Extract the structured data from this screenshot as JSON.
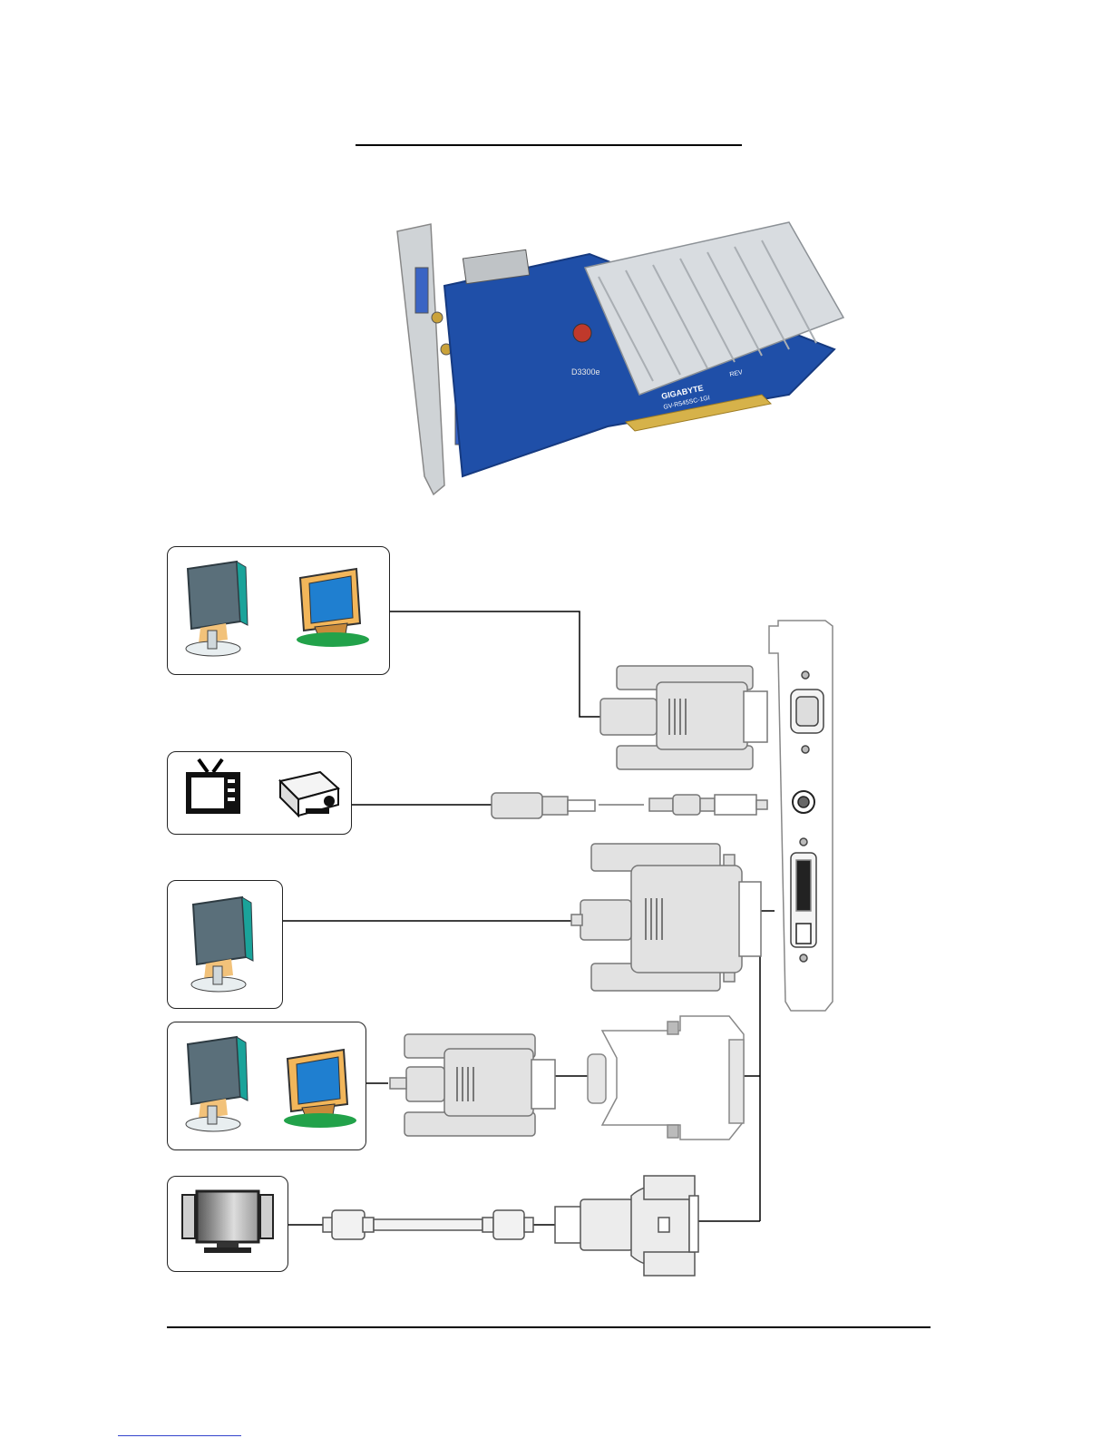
{
  "card": {
    "brand_label": "GIGABYTE",
    "model_label": "GV-R545SC-1GI",
    "chip_label": "D3300e",
    "rev_label": "REV"
  },
  "colors": {
    "pcb": "#1f4fa8",
    "heatsink": "#d8dce0",
    "connector_fill": "#e2e2e2",
    "outline": "#777777"
  },
  "icons": {
    "row1": [
      "lcd-monitor-icon",
      "crt-monitor-icon"
    ],
    "row2": [
      "television-icon",
      "projector-icon"
    ],
    "row3": [
      "lcd-monitor-icon"
    ],
    "row4": [
      "lcd-monitor-icon",
      "crt-monitor-icon"
    ],
    "row5": [
      "lcd-tv-icon"
    ]
  }
}
